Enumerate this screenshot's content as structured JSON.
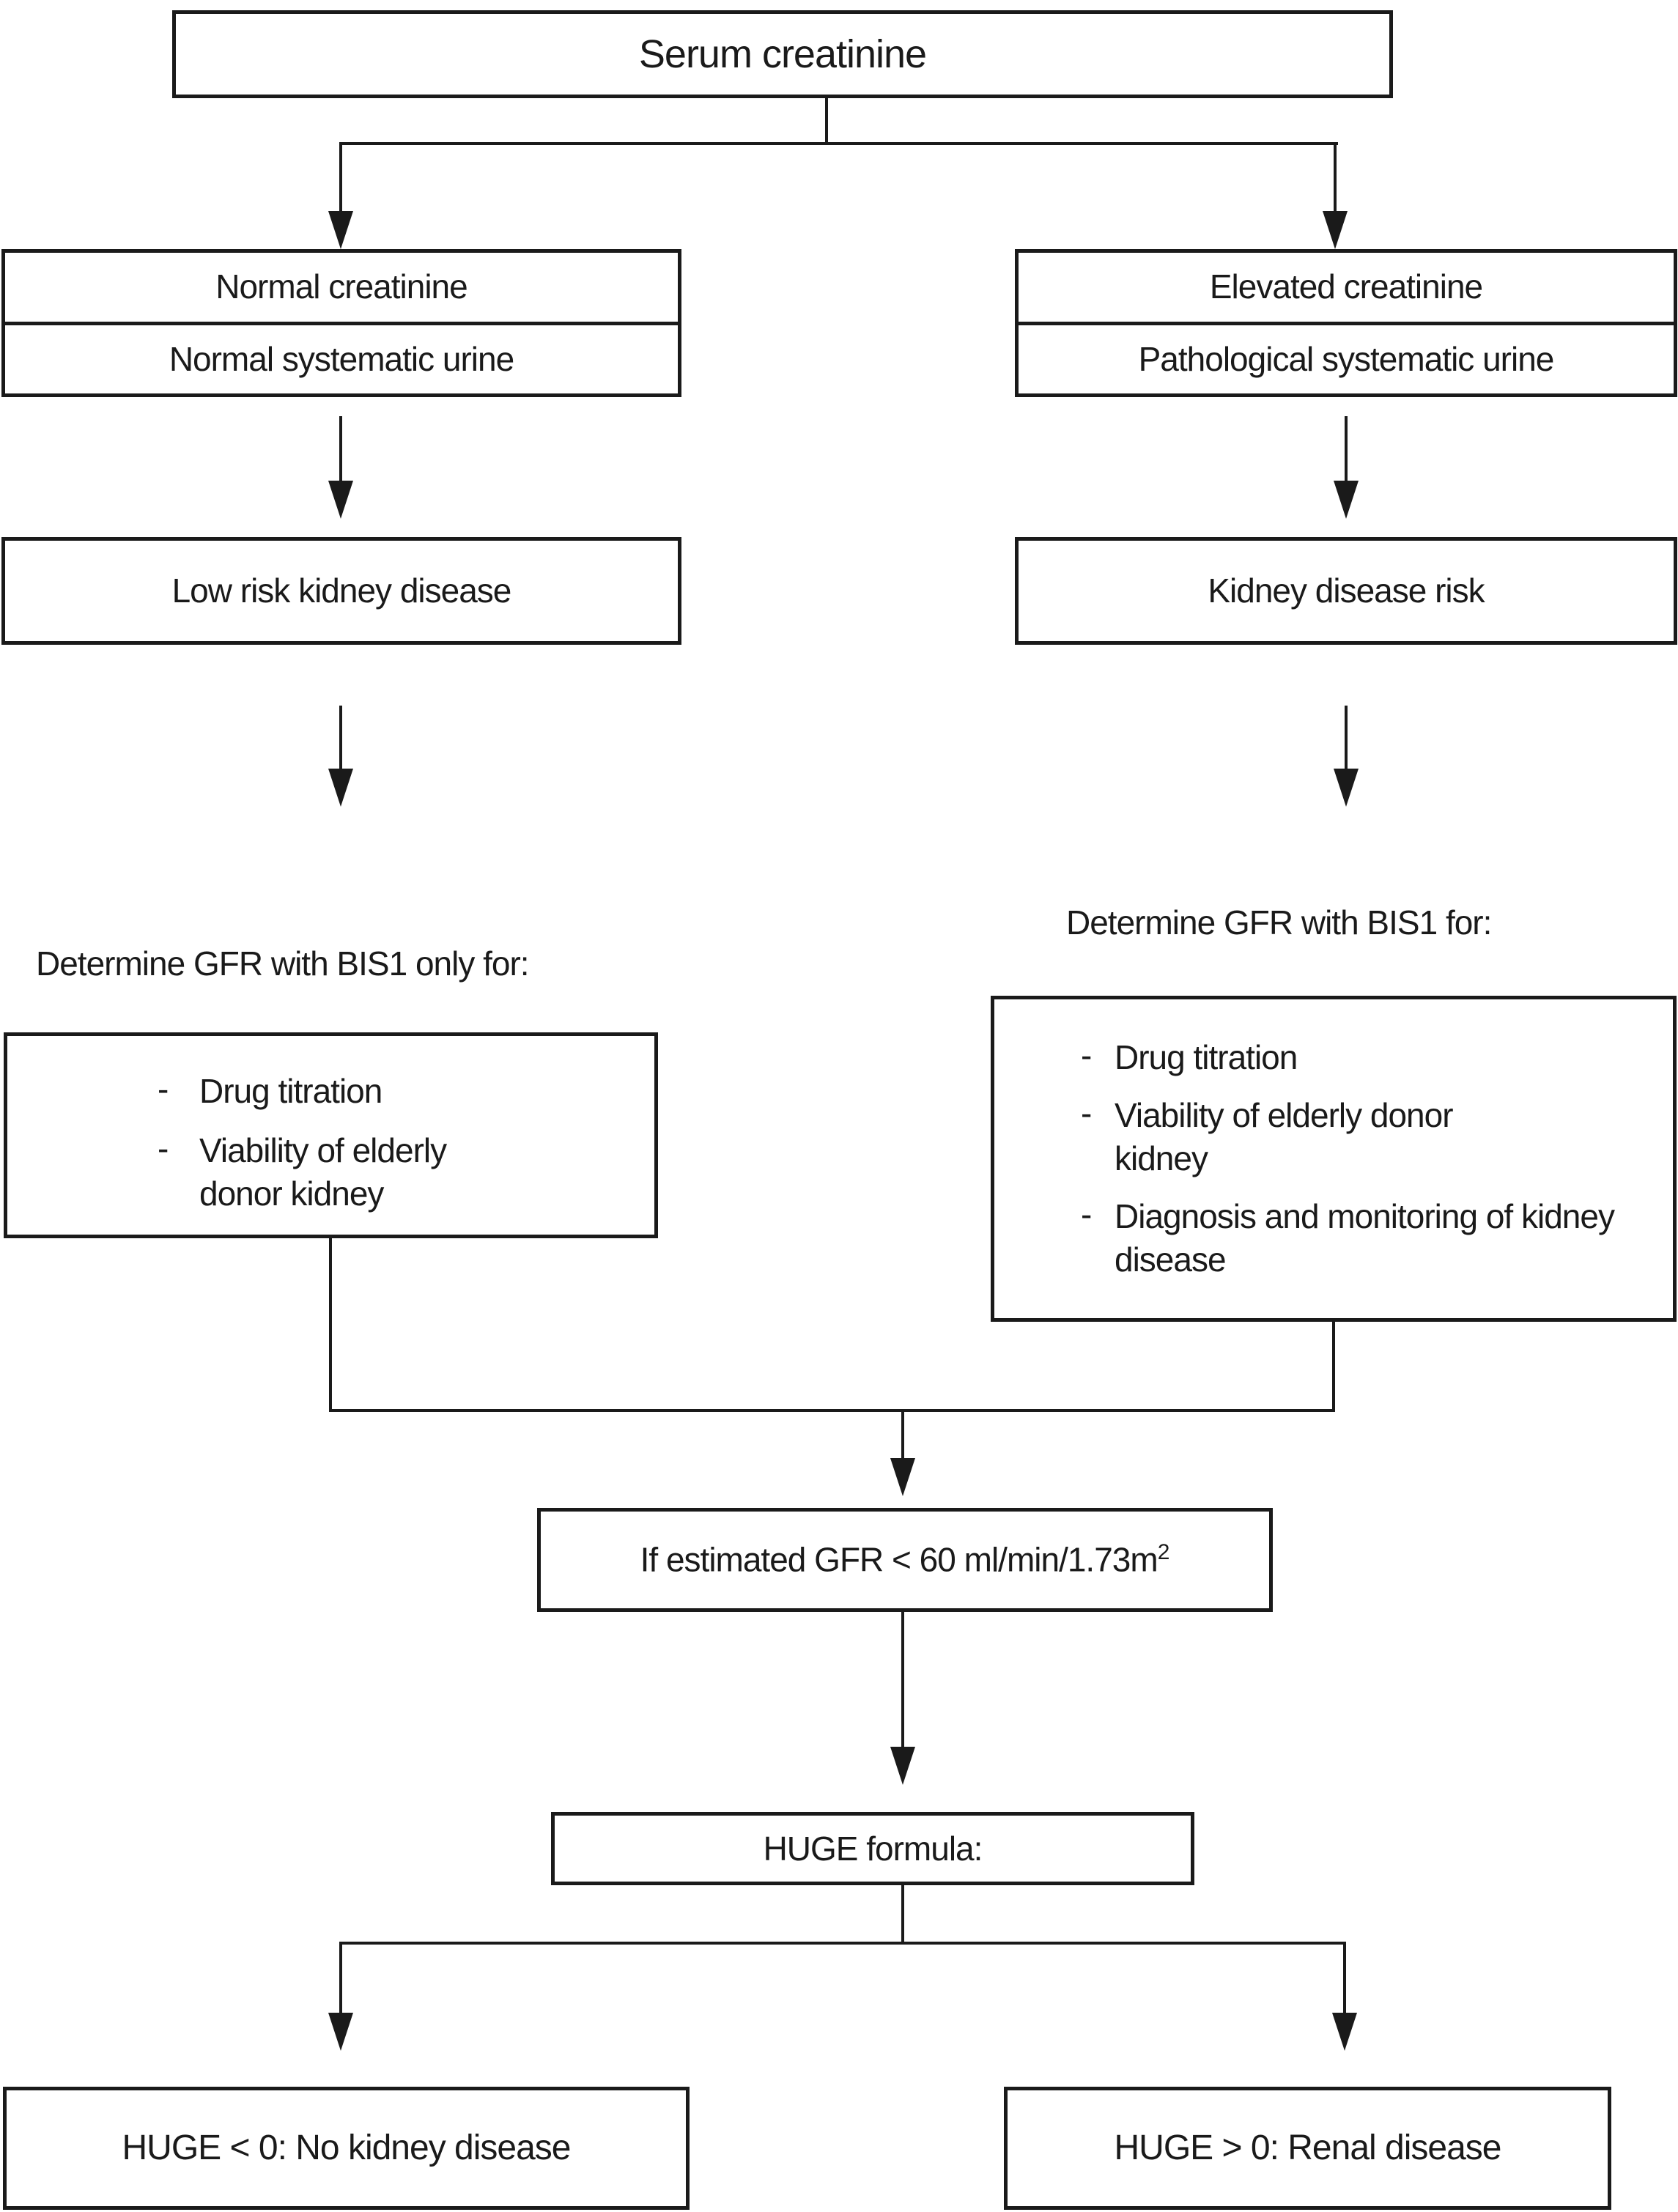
{
  "flow": {
    "root_label": "Serum creatinine",
    "left_branch": {
      "finding_top": "Normal creatinine",
      "finding_bottom": "Normal systematic urine",
      "risk_label": "Low risk kidney disease",
      "action_heading": "Determine GFR with BIS1 only for:",
      "indications": [
        {
          "lines": [
            "Drug titration"
          ]
        },
        {
          "lines": [
            "Viability of elderly",
            "donor kidney"
          ]
        }
      ]
    },
    "right_branch": {
      "finding_top": "Elevated creatinine",
      "finding_bottom": "Pathological systematic urine",
      "risk_label": "Kidney disease risk",
      "action_heading": "Determine GFR with BIS1 for:",
      "indications": [
        {
          "lines": [
            "Drug titration"
          ]
        },
        {
          "lines": [
            "Viability of elderly donor",
            "kidney"
          ]
        },
        {
          "lines": [
            "Diagnosis and monitoring of kidney",
            "disease"
          ]
        }
      ]
    },
    "bullet_marker": "-",
    "merge": {
      "gfr_condition_text": "If estimated GFR < 60 ml/min/1.73m",
      "gfr_condition_sup": "2",
      "formula_label": "HUGE formula:"
    },
    "outcomes": {
      "negative_label": "HUGE < 0: No kidney disease",
      "positive_label": "HUGE > 0: Renal disease"
    },
    "colors": {
      "ink": "#1a1a1a",
      "background": "#ffffff"
    }
  }
}
